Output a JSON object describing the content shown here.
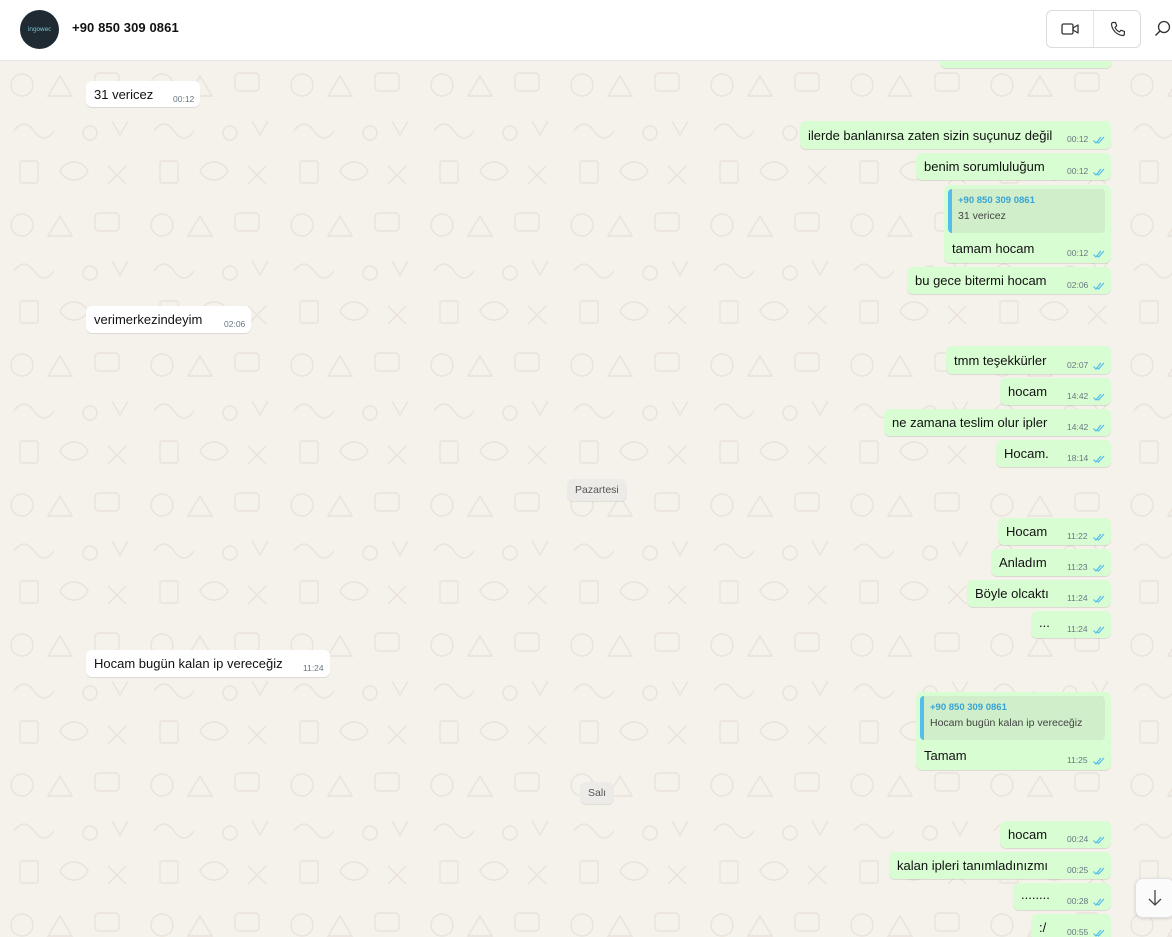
{
  "header": {
    "avatar_text": "ingowec",
    "contact_name": "+90 850 309 0861"
  },
  "colors": {
    "outgoing": "#d9fdd3",
    "incoming": "#ffffff",
    "tick": "#53bdeb",
    "background": "#f5f1eb"
  },
  "messages": {
    "m1": {
      "text": "31 vericez",
      "time": "00:12"
    },
    "m2": {
      "text": "ilerde banlanırsa zaten sizin suçunuz değil",
      "time": "00:12"
    },
    "m3": {
      "text": "benim sorumluluğum",
      "time": "00:12"
    },
    "m4": {
      "quote_name": "+90 850 309 0861",
      "quote_text": "31 vericez",
      "text": "tamam hocam",
      "time": "00:12"
    },
    "m5": {
      "text": "bu gece bitermi hocam",
      "time": "02:06"
    },
    "m6": {
      "text": "verimerkezindeyim",
      "time": "02:06"
    },
    "m7": {
      "text": "tmm teşekkürler",
      "time": "02:07"
    },
    "m8": {
      "text": "hocam",
      "time": "14:42"
    },
    "m9": {
      "text": "ne zamana teslim olur ipler",
      "time": "14:42"
    },
    "m10": {
      "text": "Hocam.",
      "time": "18:14"
    },
    "day1": "Pazartesi",
    "m11": {
      "text": "Hocam",
      "time": "11:22"
    },
    "m12": {
      "text": "Anladım",
      "time": "11:23"
    },
    "m13": {
      "text": "Böyle olcaktı",
      "time": "11:24"
    },
    "m14": {
      "text": "...",
      "time": "11:24"
    },
    "m15": {
      "text": "Hocam bugün kalan ip vereceğiz",
      "time": "11:24"
    },
    "m16": {
      "quote_name": "+90 850 309 0861",
      "quote_text": "Hocam bugün kalan ip vereceğiz",
      "text": "Tamam",
      "time": "11:25"
    },
    "day2": "Salı",
    "m17": {
      "text": "hocam",
      "time": "00:24"
    },
    "m18": {
      "text": "kalan ipleri tanımladınızmı",
      "time": "00:25"
    },
    "m19": {
      "text": "........",
      "time": "00:28"
    },
    "m20": {
      "text": ":/",
      "time": "00:55"
    }
  },
  "icons": {
    "video": "video-call-icon",
    "voice": "voice-call-icon",
    "search": "search-icon",
    "scroll": "arrow-down-icon",
    "read": "double-check-icon"
  }
}
